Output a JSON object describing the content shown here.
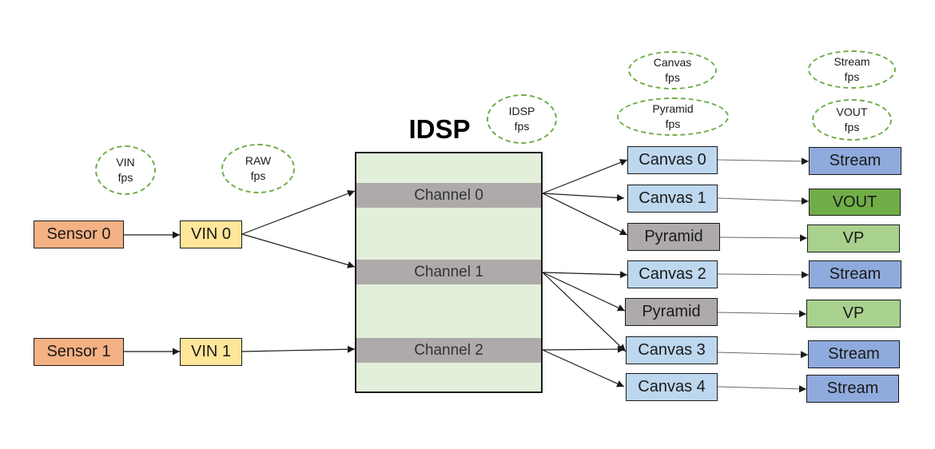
{
  "colors": {
    "sensor": "#f4b183",
    "vin": "#ffe699",
    "idsp": "#e2efda",
    "channel": "#aeaaaa",
    "canvas": "#bdd7ee",
    "pyramid": "#aeaaaa",
    "stream": "#8faadc",
    "vout": "#70ad47",
    "vp": "#a9d18e",
    "fps_outline": "#70ad47"
  },
  "fps_labels": {
    "vin": [
      "VIN",
      "fps"
    ],
    "raw": [
      "RAW",
      "fps"
    ],
    "idsp": [
      "IDSP",
      "fps"
    ],
    "canvas": [
      "Canvas",
      "fps"
    ],
    "pyramid": [
      "Pyramid",
      "fps"
    ],
    "stream": [
      "Stream",
      "fps"
    ],
    "vout": [
      "VOUT",
      "fps"
    ]
  },
  "sensors": [
    "Sensor 0",
    "Sensor 1"
  ],
  "vins": [
    "VIN 0",
    "VIN 1"
  ],
  "idsp": {
    "title": "IDSP",
    "channels": [
      "Channel 0",
      "Channel 1",
      "Channel 2"
    ]
  },
  "outputs": [
    {
      "label": "Canvas 0",
      "kind": "canvas"
    },
    {
      "label": "Canvas 1",
      "kind": "canvas"
    },
    {
      "label": "Pyramid",
      "kind": "pyramid"
    },
    {
      "label": "Canvas 2",
      "kind": "canvas"
    },
    {
      "label": "Pyramid",
      "kind": "pyramid"
    },
    {
      "label": "Canvas 3",
      "kind": "canvas"
    },
    {
      "label": "Canvas 4",
      "kind": "canvas"
    }
  ],
  "sinks": [
    {
      "label": "Stream",
      "kind": "stream"
    },
    {
      "label": "VOUT",
      "kind": "vout"
    },
    {
      "label": "VP",
      "kind": "vp"
    },
    {
      "label": "Stream",
      "kind": "stream"
    },
    {
      "label": "VP",
      "kind": "vp"
    },
    {
      "label": "Stream",
      "kind": "stream"
    },
    {
      "label": "Stream",
      "kind": "stream"
    }
  ]
}
